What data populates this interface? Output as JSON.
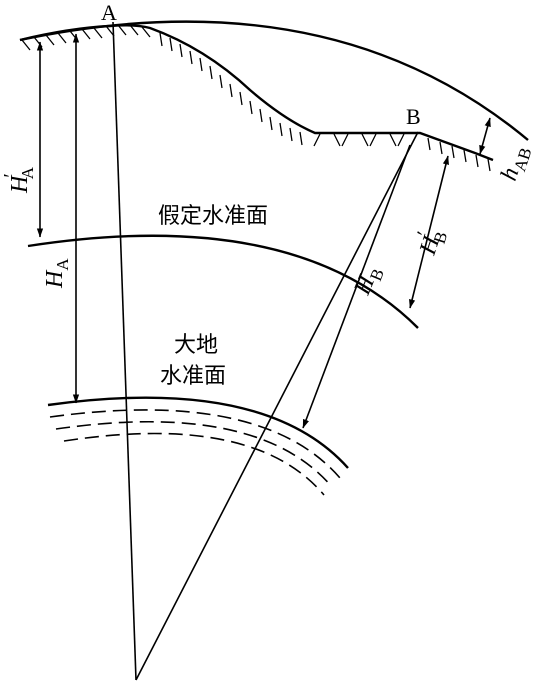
{
  "points": {
    "a": "A",
    "b": "B"
  },
  "surfaces": {
    "assumed_datum": "假定水准面",
    "geoid_line1": "大地",
    "geoid_line2": "水准面"
  },
  "heights": {
    "h_a_prime_main": "H",
    "h_a_prime_sub": "A",
    "h_a_main": "H",
    "h_a_sub": "A",
    "h_b_main": "H",
    "h_b_sub": "B",
    "h_b_prime_main": "H",
    "h_b_prime_sub": "B",
    "h_ab_main": "h",
    "h_ab_sub": "AB",
    "prime_mark": "′"
  }
}
